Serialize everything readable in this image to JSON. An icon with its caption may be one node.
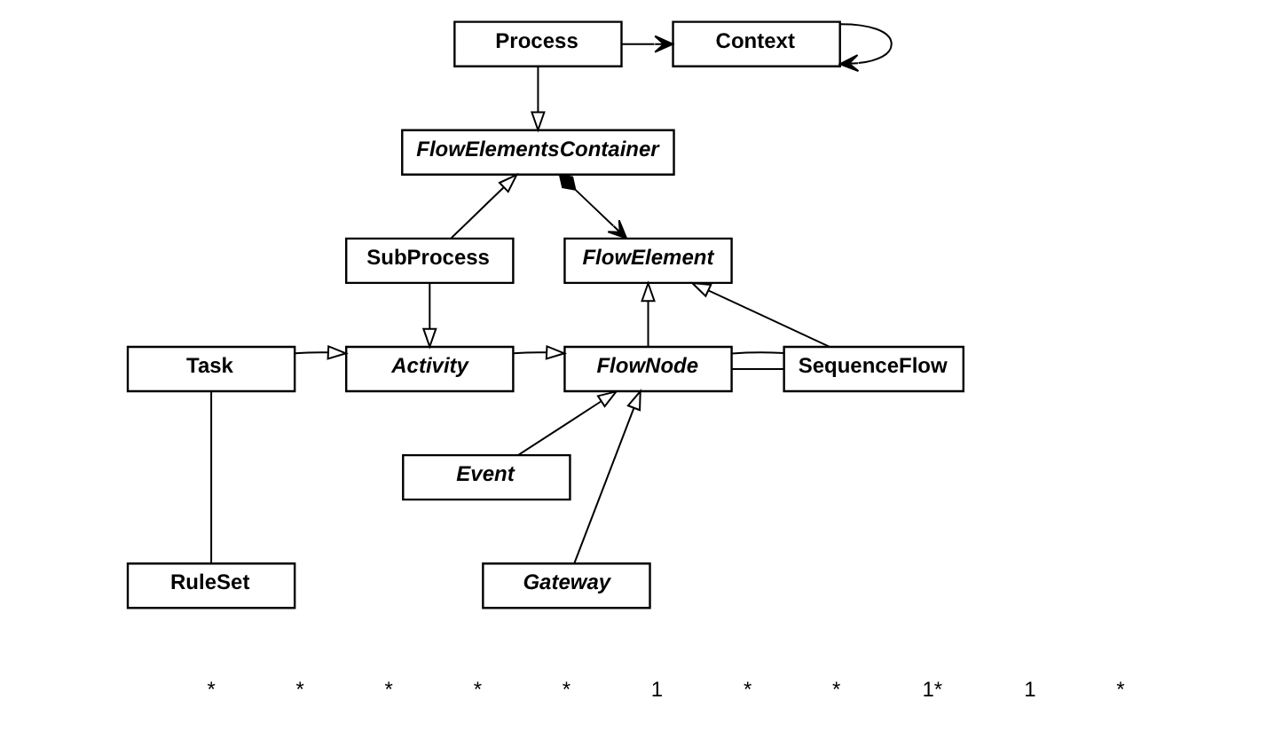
{
  "diagram": {
    "nodes": [
      {
        "text": [
          "Process"
        ]
      },
      {
        "text": [
          "Context"
        ]
      },
      {
        "text": [
          "FlowElementsContainer"
        ]
      },
      {
        "text": [
          "FlowElement"
        ]
      },
      {
        "text": [
          "SubProcess"
        ]
      },
      {
        "text": [
          "Task"
        ]
      },
      {
        "text": [
          "Activity"
        ]
      },
      {
        "text": [
          "Event"
        ]
      },
      {
        "text": [
          "FlowNode"
        ]
      },
      {
        "text": [
          "SequenceFlow"
        ]
      },
      {
        "text": [
          "RuleSet"
        ]
      },
      {
        "text": [
          "Gateway"
        ]
      }
    ],
    "edges": [
      {
        "from": 0,
        "to": 1,
        "arrow": "to"
      },
      {
        "from": 1,
        "to": 1,
        "arrow": "to"
      },
      {
        "from": 0,
        "to": 2,
        "arrow": "to"
      },
      {
        "from": 2,
        "to": 3,
        "arrow": "to"
      },
      {
        "from": 4,
        "to": 2,
        "arrow": "to"
      },
      {
        "from": 4,
        "to": 6,
        "arrow": "to"
      },
      {
        "from": 5,
        "to": 6,
        "arrow": "to"
      },
      {
        "from": 5,
        "to": 10,
        "arrow": "none"
      },
      {
        "from": 6,
        "to": 8,
        "arrow": "to"
      },
      {
        "from": 7,
        "to": 8,
        "arrow": "to"
      },
      {
        "from": 11,
        "to": 8,
        "arrow": "to"
      },
      {
        "from": 8,
        "to": 3,
        "arrow": "to"
      },
      {
        "from": 9,
        "to": 3,
        "arrow": "to"
      },
      {
        "from": 8,
        "to": 9,
        "arrow": "none"
      },
      {
        "from": 8,
        "to": 9,
        "arrow": "none"
      }
    ],
    "labels": [
      "*",
      "*",
      "*",
      "*",
      "*",
      "1",
      "*",
      "*",
      "1*",
      "1",
      "*"
    ]
  }
}
